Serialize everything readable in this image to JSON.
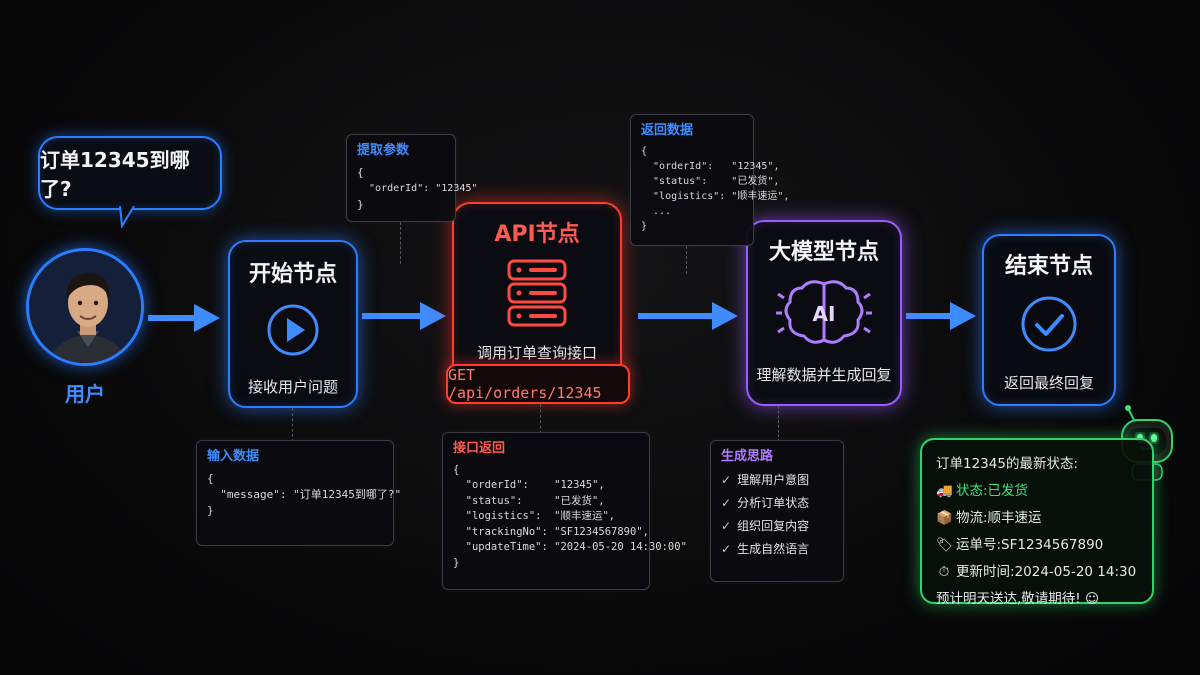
{
  "user": {
    "question": "订单12345到哪了?",
    "label": "用户"
  },
  "nodes": {
    "start": {
      "title": "开始节点",
      "desc": "接收用户问题",
      "icon": "play-icon"
    },
    "api": {
      "title": "API节点",
      "desc": "调用订单查询接口",
      "endpoint": "GET /api/orders/12345",
      "icon": "server-icon"
    },
    "llm": {
      "title": "大模型节点",
      "desc": "理解数据并生成回复",
      "icon": "ai-brain-icon",
      "icon_text": "AI"
    },
    "end": {
      "title": "结束节点",
      "desc": "返回最终回复",
      "icon": "check-circle-icon"
    }
  },
  "boxes": {
    "input": {
      "title": "输入数据",
      "lines": [
        "{",
        "  \"message\": \"订单12345到哪了?\"",
        "}"
      ]
    },
    "extract": {
      "title": "提取参数",
      "lines": [
        "{",
        "  \"orderId\": \"12345\"",
        "}"
      ]
    },
    "api_return": {
      "title": "接口返回",
      "lines": [
        "{",
        "  \"orderId\":    \"12345\",",
        "  \"status\":     \"已发货\",",
        "  \"logistics\":  \"顺丰速运\",",
        "  \"trackingNo\": \"SF1234567890\",",
        "  \"updateTime\": \"2024-05-20 14:30:00\"",
        "}"
      ]
    },
    "return_data": {
      "title": "返回数据",
      "lines": [
        "{",
        "  \"orderId\":   \"12345\",",
        "  \"status\":    \"已发货\",",
        "  \"logistics\": \"顺丰速运\",",
        "  ...",
        "}"
      ]
    },
    "thinking": {
      "title": "生成思路",
      "items": [
        "理解用户意图",
        "分析订单状态",
        "组织回复内容",
        "生成自然语言"
      ]
    }
  },
  "reply": {
    "title": "订单12345的最新状态:",
    "status": "状态:已发货",
    "logistics": "物流:顺丰速运",
    "tracking": "运单号:SF1234567890",
    "updated": "更新时间:2024-05-20 14:30",
    "closing": "预计明天送达,敬请期待!"
  },
  "colors": {
    "blue": "#2f7bff",
    "red": "#ff3b30",
    "purple": "#9b5cff",
    "green": "#2fd36a",
    "title_blue": "#3f8cff",
    "title_red": "#ff5a50",
    "title_purple": "#b07cff"
  }
}
